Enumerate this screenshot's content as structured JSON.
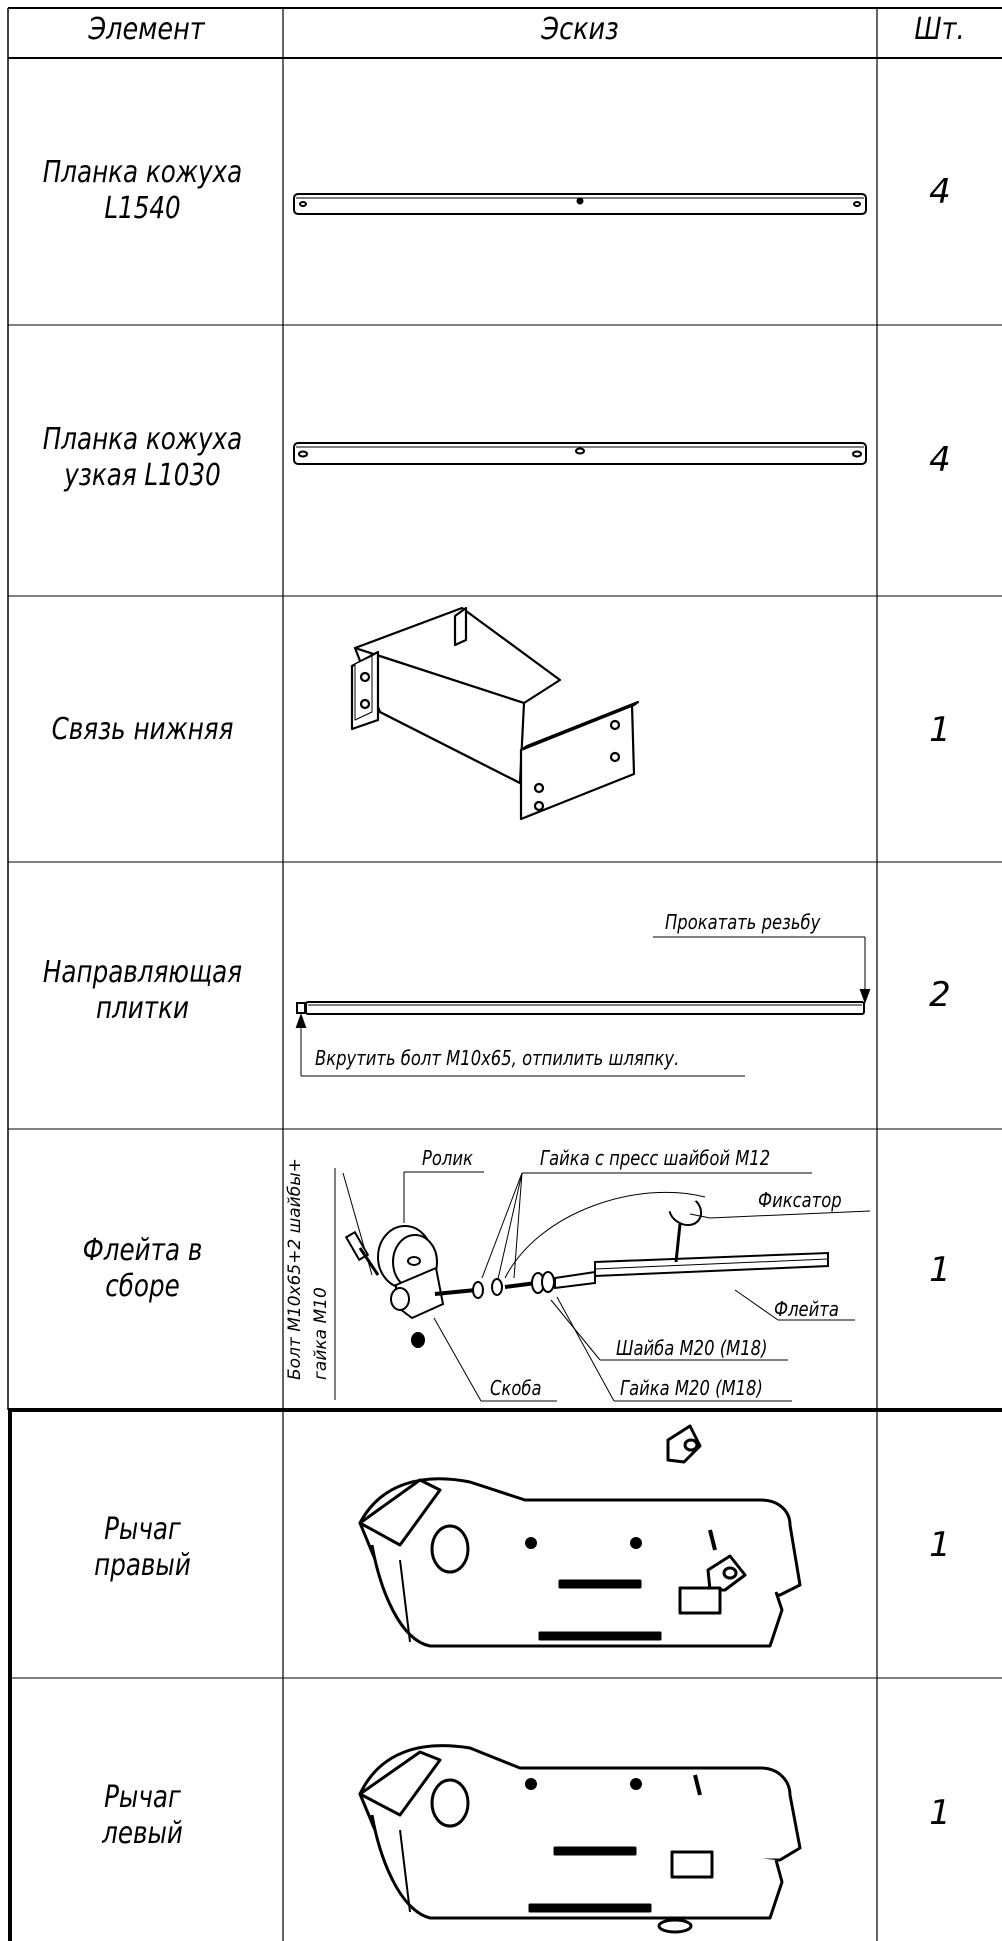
{
  "header": {
    "element": "Элемент",
    "sketch": "Эскиз",
    "qty": "Шт."
  },
  "rows": [
    {
      "name_l1": "Планка кожуха",
      "name_l2": "L1540",
      "qty": "4"
    },
    {
      "name_l1": "Планка кожуха",
      "name_l2": "узкая L1030",
      "qty": "4"
    },
    {
      "name_l1": "Связь нижняя",
      "name_l2": "",
      "qty": "1"
    },
    {
      "name_l1": "Направляющая",
      "name_l2": "плитки",
      "qty": "2"
    },
    {
      "name_l1": "Флейта в",
      "name_l2": "сборе",
      "qty": "1"
    },
    {
      "name_l1": "Рычаг",
      "name_l2": "правый",
      "qty": "1"
    },
    {
      "name_l1": "Рычаг",
      "name_l2": "левый",
      "qty": "1"
    }
  ],
  "notes": {
    "prokatat": "Прокатать резьбу",
    "vkrutit": "Вкрутить болт М10х65, отпилить шляпку.",
    "rolik": "Ролик",
    "gaika_press": "Гайка с пресс шайбой М12",
    "fiksator": "Фиксатор",
    "fleita": "Флейта",
    "shaiba": "Шайба М20 (М18)",
    "gaika_m20": "Гайка М20 (М18)",
    "skoba": "Скоба",
    "bolt_v1": "Болт М10х65+2 шайбы+",
    "bolt_v2": "гайка М10"
  }
}
